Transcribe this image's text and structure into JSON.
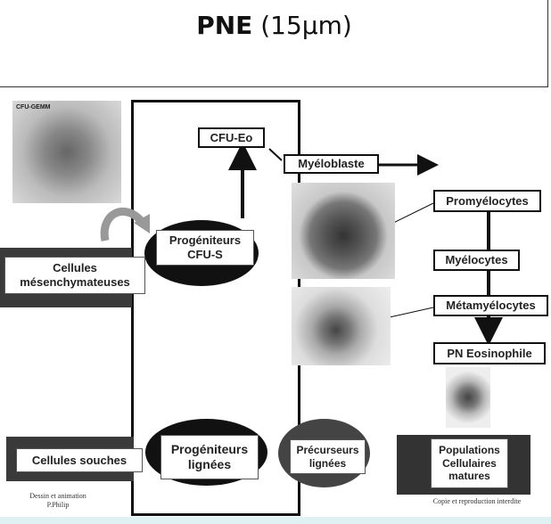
{
  "title": {
    "bold": "PNE",
    "rest": " (15µm)"
  },
  "photo_label": "CFU-GEMM",
  "nodes": {
    "cfu_eo": "CFU-Eo",
    "cfu_s": "Progéniteurs\nCFU-S",
    "mesenchymal": "Cellules\nmésenchymateuses",
    "myeloblast": "Myéloblaste",
    "promyelocytes": "Promyélocytes",
    "myelocytes": "Myélocytes",
    "metamyelocytes": "Métamyélocytes",
    "pn_eosinophile": "PN Eosinophile",
    "stem_cells": "Cellules souches",
    "lineage_progenitors": "Progéniteurs\nlignées",
    "lineage_precursors": "Précurseurs\nlignées",
    "mature_populations": "Populations\nCellulaires\nmatures"
  },
  "captions": {
    "credit": "Dessin et animation\nP.Philip",
    "copyright": "Copie et reproduction interdite"
  }
}
